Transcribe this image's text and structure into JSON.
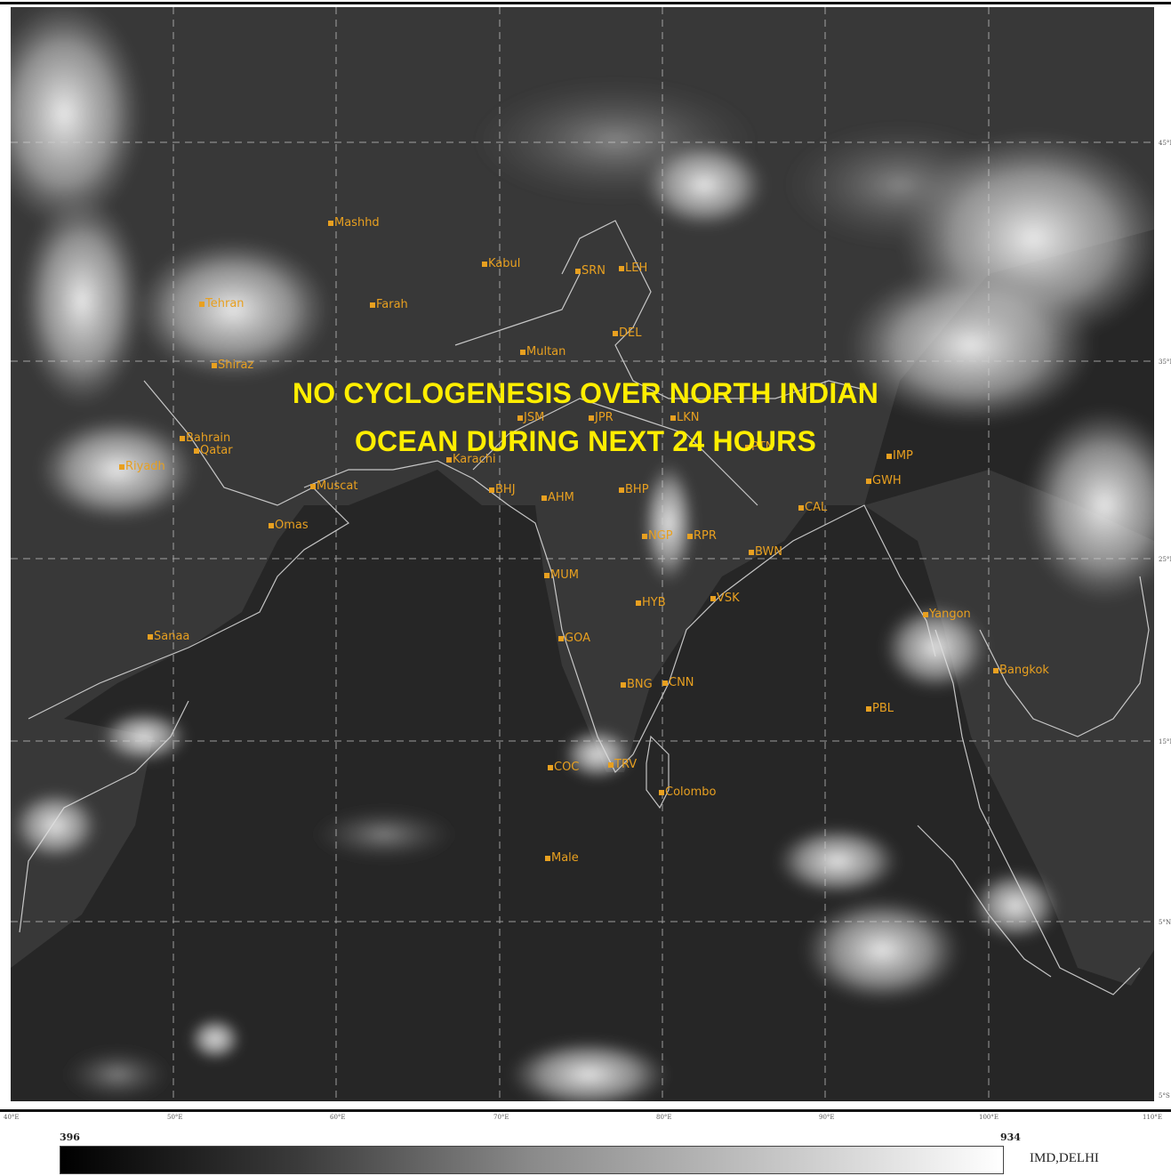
{
  "banner": {
    "line1": "NO CYCLOGENESIS OVER NORTH INDIAN",
    "line2": "OCEAN DURING NEXT 24 HOURS",
    "color": "#ffee00"
  },
  "cities": [
    {
      "id": "mashhad",
      "label": "Mashhd"
    },
    {
      "id": "kabul",
      "label": "Kabul"
    },
    {
      "id": "farah",
      "label": "Farah"
    },
    {
      "id": "tehran",
      "label": "Tehran"
    },
    {
      "id": "shiraz",
      "label": "Shiraz"
    },
    {
      "id": "multan",
      "label": "Multan"
    },
    {
      "id": "bahrain",
      "label": "Bahrain"
    },
    {
      "id": "qatar",
      "label": "Qatar"
    },
    {
      "id": "riyadh",
      "label": "Riyadh"
    },
    {
      "id": "muscat",
      "label": "Muscat"
    },
    {
      "id": "omas",
      "label": "Omas"
    },
    {
      "id": "karachi",
      "label": "Karachi"
    },
    {
      "id": "jsm",
      "label": "JSM"
    },
    {
      "id": "jpr",
      "label": "JPR"
    },
    {
      "id": "lkn",
      "label": "LKN"
    },
    {
      "id": "bhj",
      "label": "BHJ"
    },
    {
      "id": "ahm",
      "label": "AHM"
    },
    {
      "id": "bhp",
      "label": "BHP"
    },
    {
      "id": "ngp",
      "label": "NGP"
    },
    {
      "id": "rpr",
      "label": "RPR"
    },
    {
      "id": "bwn",
      "label": "BWN"
    },
    {
      "id": "cal",
      "label": "CAL"
    },
    {
      "id": "mum",
      "label": "MUM"
    },
    {
      "id": "hyb",
      "label": "HYB"
    },
    {
      "id": "vsk",
      "label": "VSK"
    },
    {
      "id": "goa",
      "label": "GOA"
    },
    {
      "id": "bng",
      "label": "BNG"
    },
    {
      "id": "cnn",
      "label": "CNN"
    },
    {
      "id": "trv",
      "label": "TRV"
    },
    {
      "id": "cochin",
      "label": "COC"
    },
    {
      "id": "colombo",
      "label": "Colombo"
    },
    {
      "id": "male",
      "label": "Male"
    },
    {
      "id": "yangon",
      "label": "Yangon"
    },
    {
      "id": "bangkok",
      "label": "Bangkok"
    },
    {
      "id": "pbl",
      "label": "PBL"
    },
    {
      "id": "sanaa",
      "label": "Sanaa"
    },
    {
      "id": "srinagar",
      "label": "SRN"
    },
    {
      "id": "leh",
      "label": "LEH"
    },
    {
      "id": "delhi",
      "label": "DEL"
    },
    {
      "id": "imp",
      "label": "IMP"
    },
    {
      "id": "gwh",
      "label": "GWH"
    },
    {
      "id": "ptn",
      "label": "PTN"
    }
  ],
  "x_ticks": [
    "40°E",
    "50°E",
    "60°E",
    "70°E",
    "80°E",
    "90°E",
    "100°E",
    "110°E"
  ],
  "y_ticks": [
    "45°N",
    "35°N",
    "25°N",
    "15°N",
    "5°N",
    "5°S"
  ],
  "scale": {
    "min": "396",
    "max": "934"
  },
  "credit": "IMD,DELHI"
}
